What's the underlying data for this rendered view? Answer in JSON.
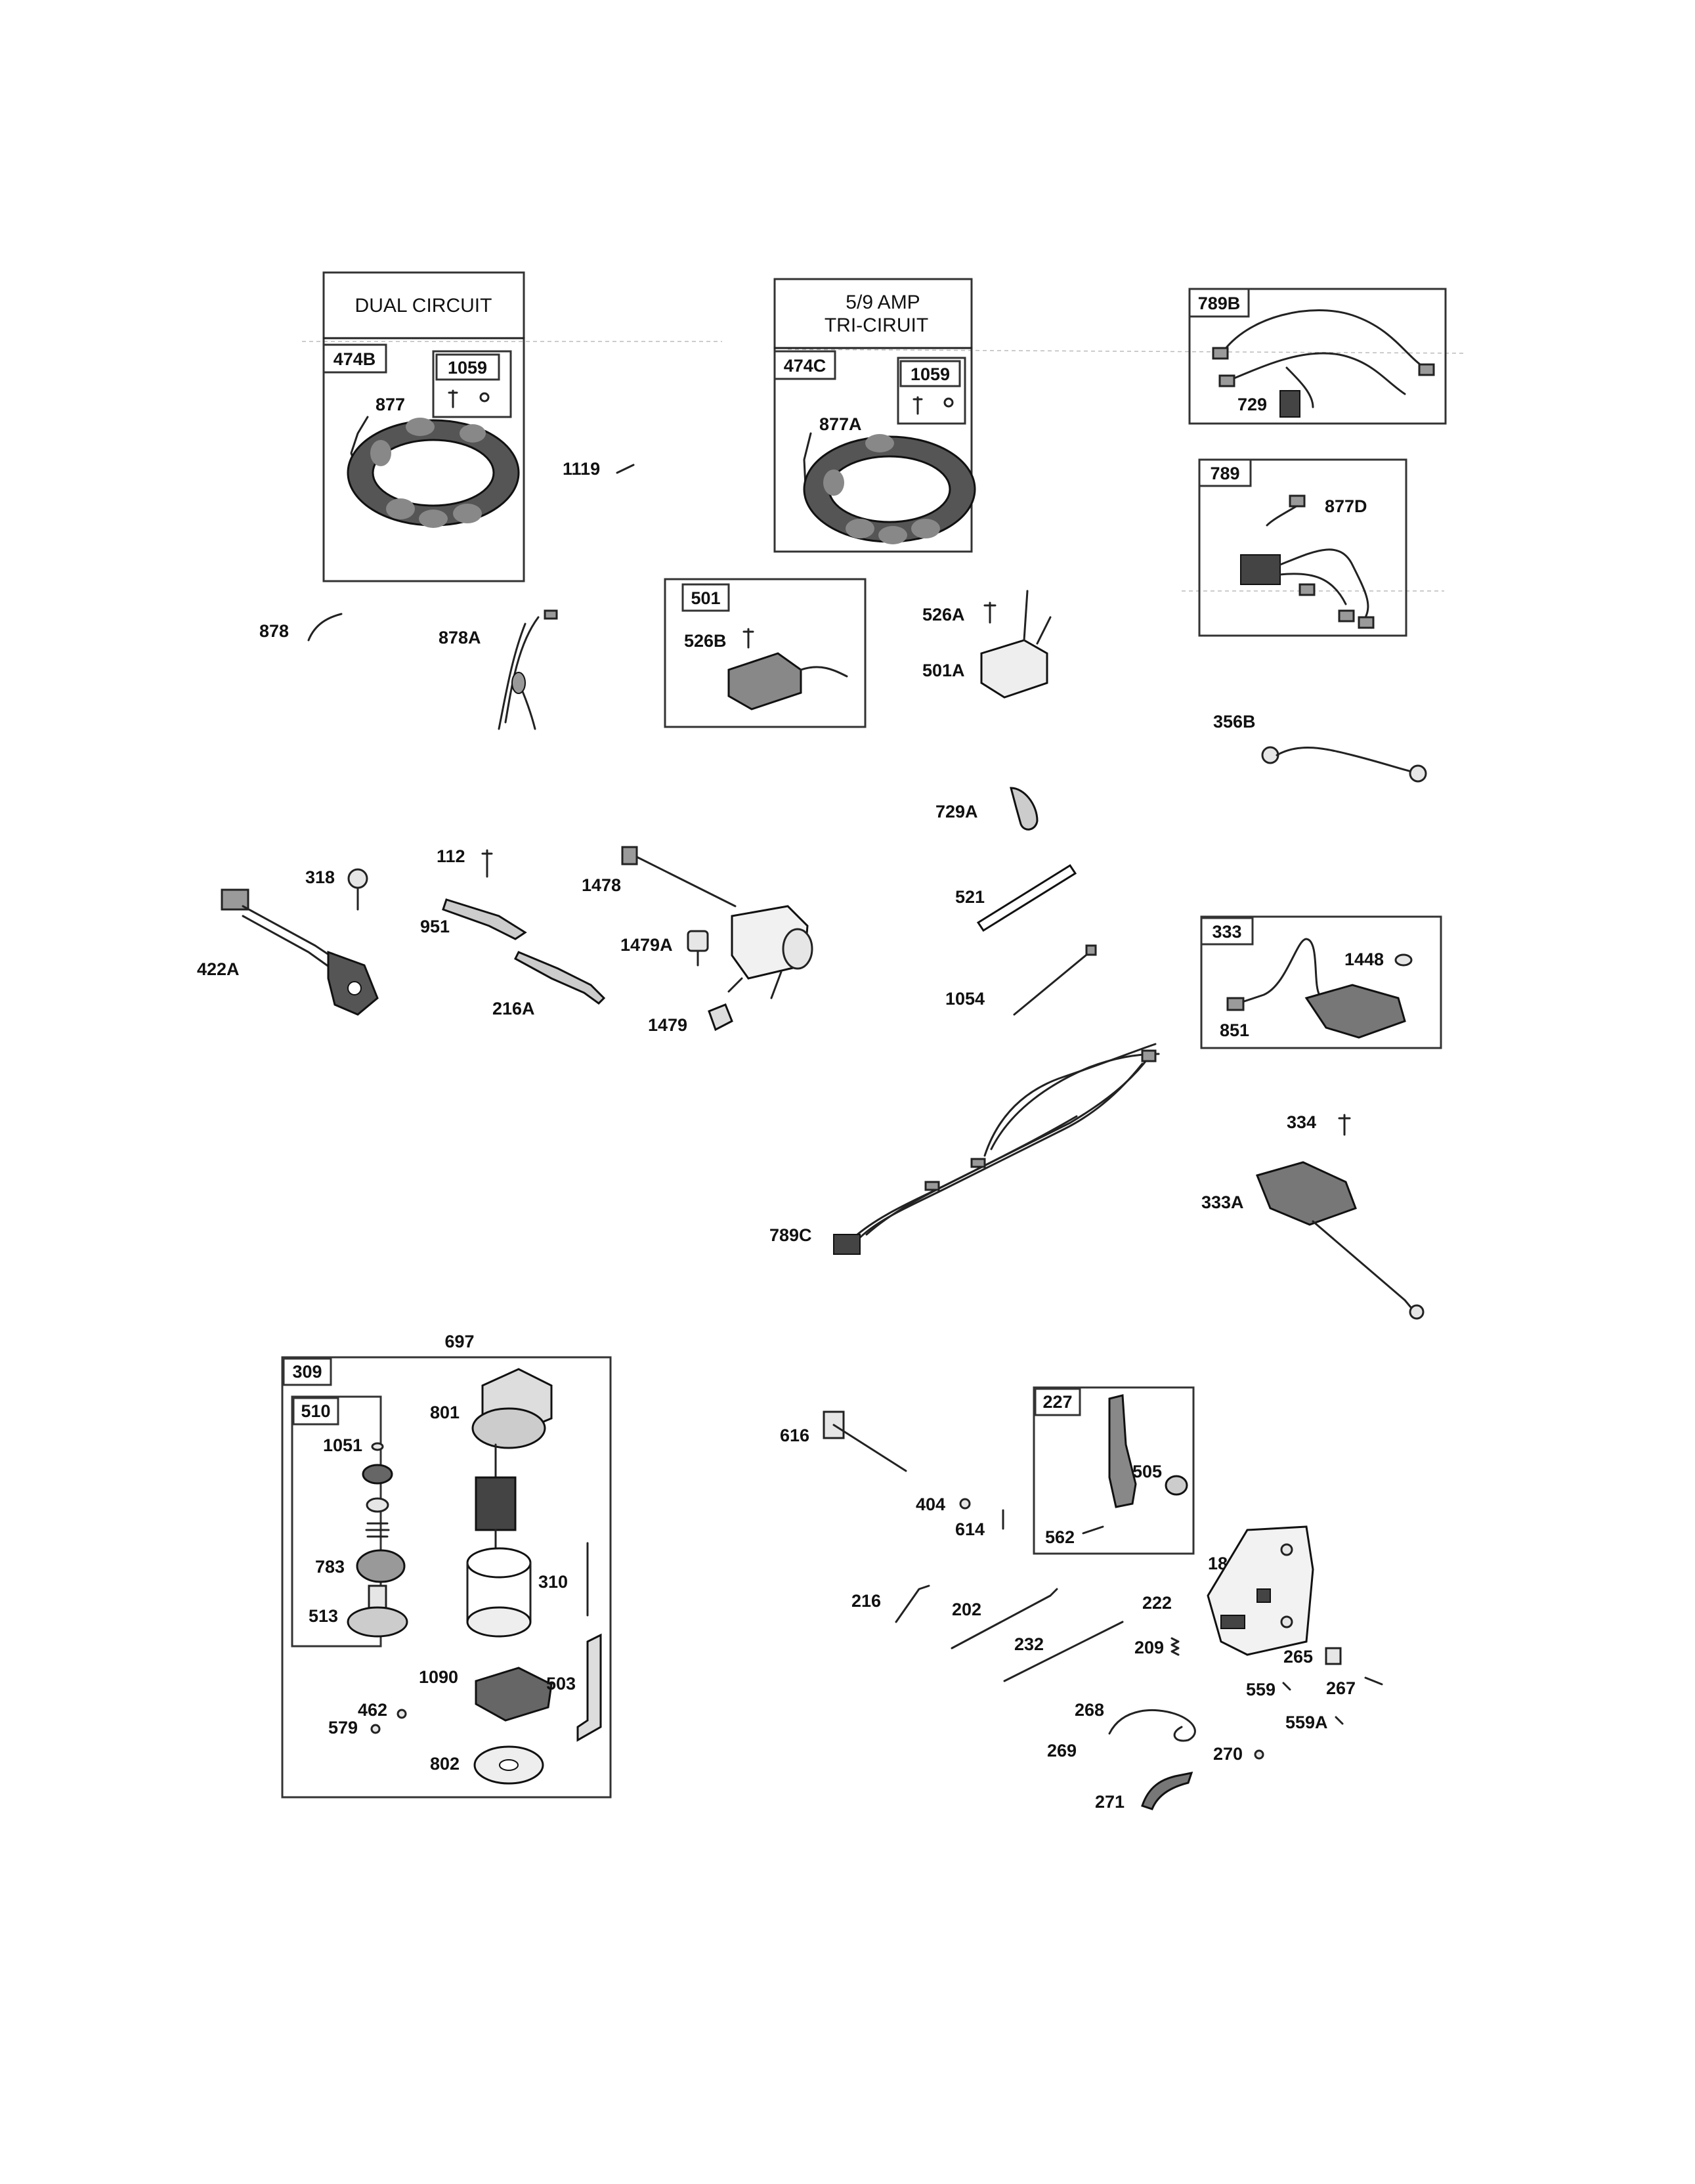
{
  "diagram": {
    "group_headers": {
      "dual_circuit": "DUAL CIRCUIT",
      "amp": "5/9   AMP",
      "tri_circuit": "TRI-CIRUIT"
    },
    "box_tags": {
      "b474B": "474B",
      "b1059a": "1059",
      "b474C": "474C",
      "b1059b": "1059",
      "b789B": "789B",
      "b789": "789",
      "b501": "501",
      "b333": "333",
      "b309": "309",
      "b510": "510",
      "b227": "227"
    },
    "part_labels": {
      "p877": "877",
      "p877A": "877A",
      "p1119": "1119",
      "p729": "729",
      "p877D": "877D",
      "p878": "878",
      "p878A": "878A",
      "p526B": "526B",
      "p526A": "526A",
      "p501A": "501A",
      "p356B": "356B",
      "p729A": "729A",
      "p521": "521",
      "p1054": "1054",
      "p318": "318",
      "p112": "112",
      "p1478": "1478",
      "p951": "951",
      "p422A": "422A",
      "p1479A": "1479A",
      "p216A": "216A",
      "p1479": "1479",
      "p1448": "1448",
      "p851": "851",
      "p334": "334",
      "p333A": "333A",
      "p789C": "789C",
      "p697": "697",
      "p801": "801",
      "p1051": "1051",
      "p783": "783",
      "p513": "513",
      "p310": "310",
      "p1090": "1090",
      "p503": "503",
      "p462": "462",
      "p579": "579",
      "p802": "802",
      "p616": "616",
      "p404": "404",
      "p614": "614",
      "p505": "505",
      "p562": "562",
      "p188": "188",
      "p216": "216",
      "p202": "202",
      "p222": "222",
      "p232": "232",
      "p209": "209",
      "p265": "265",
      "p559": "559",
      "p267": "267",
      "p268": "268",
      "p559A": "559A",
      "p269": "269",
      "p270": "270",
      "p271": "271"
    }
  }
}
